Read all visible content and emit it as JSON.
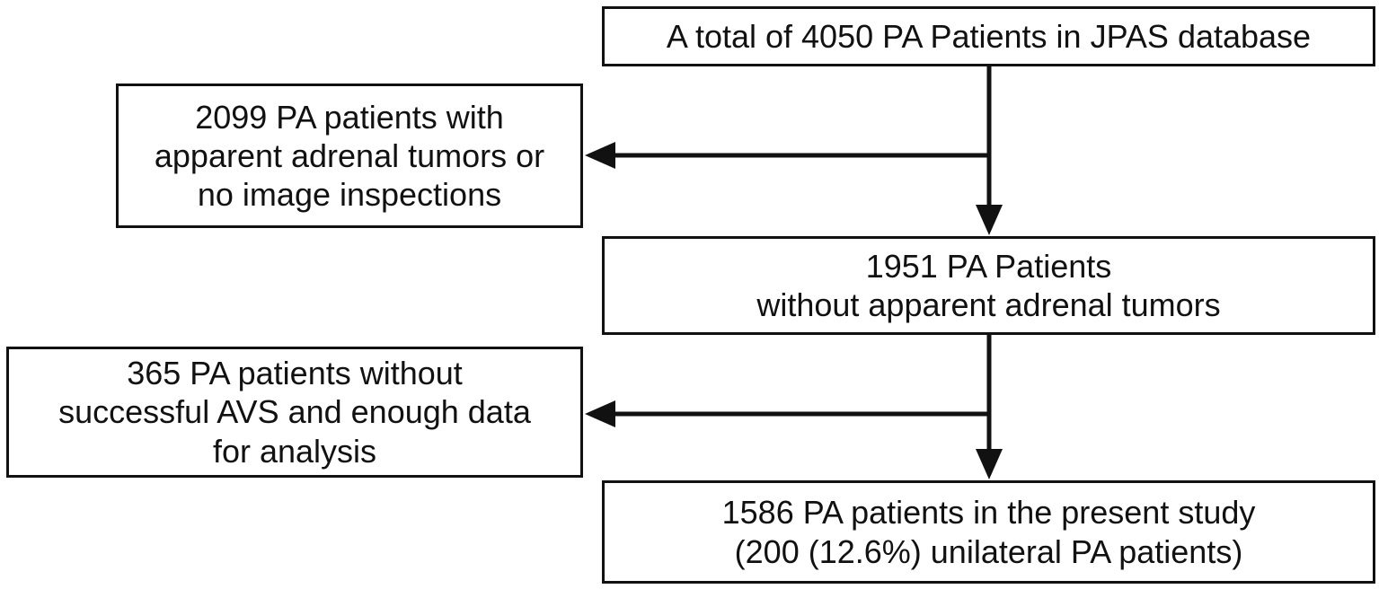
{
  "flowchart": {
    "total": {
      "lines": [
        "A total of 4050 PA Patients in  JPAS database"
      ]
    },
    "exclusion_1": {
      "lines": [
        "2099 PA patients with",
        "apparent adrenal tumors or",
        "no image inspections"
      ]
    },
    "after_exclusion_1": {
      "lines": [
        "1951 PA Patients",
        "without apparent adrenal tumors"
      ]
    },
    "exclusion_2": {
      "lines": [
        "365 PA patients without",
        "successful AVS and enough data",
        "for analysis"
      ]
    },
    "final": {
      "lines": [
        "1586 PA patients in the present study",
        "(200 (12.6%) unilateral  PA patients)"
      ]
    }
  },
  "colors": {
    "line": "#111111",
    "background": "#ffffff"
  }
}
